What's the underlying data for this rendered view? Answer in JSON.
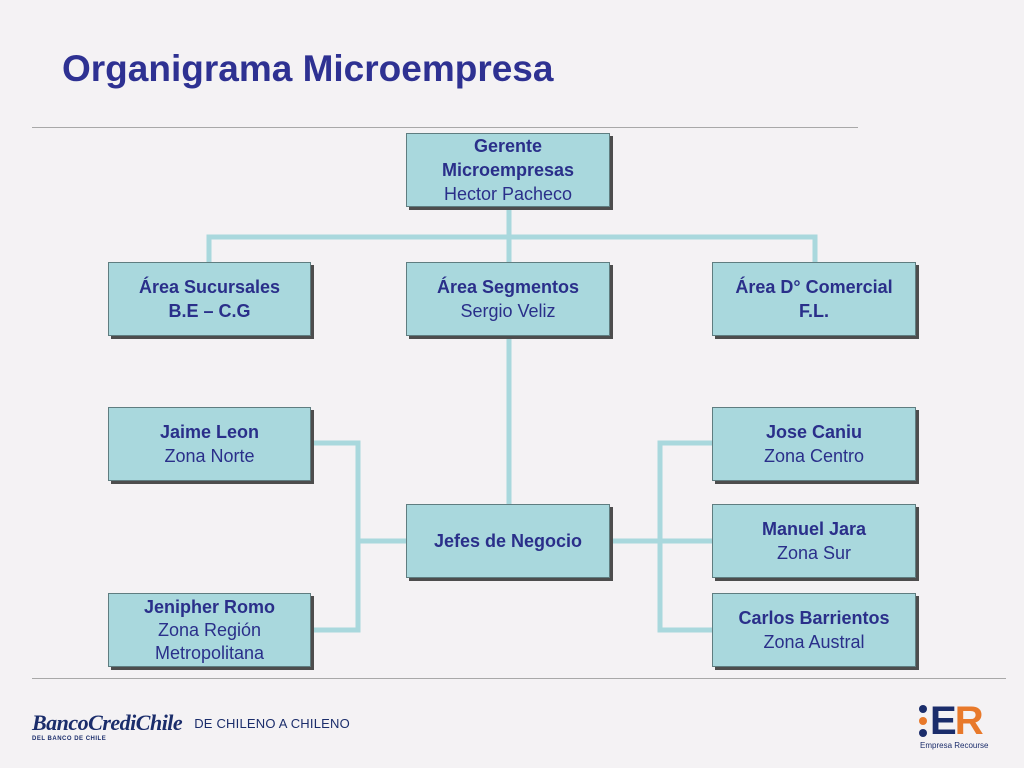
{
  "title": "Organigrama Microempresa",
  "colors": {
    "title": "#2e3192",
    "box_fill": "#a9d8dd",
    "box_text": "#2a2f8a",
    "connector": "#a9d8dd",
    "rule": "#a8a8a8"
  },
  "nodes": {
    "gerente": {
      "name": "Gerente Microempresas",
      "person": "Hector Pacheco"
    },
    "area_sucursales": {
      "name": "Área Sucursales",
      "person": "B.E – C.G"
    },
    "area_segmentos": {
      "name": "Área Segmentos",
      "person": "Sergio Veliz"
    },
    "area_comercial": {
      "name": "Área D° Comercial",
      "person": "F.L."
    },
    "jefes": {
      "name": "Jefes de Negocio"
    },
    "jaime": {
      "name": "Jaime Leon",
      "zone": "Zona Norte"
    },
    "jenipher": {
      "name": "Jenipher Romo",
      "zone": "Zona Región Metropolitana"
    },
    "jose": {
      "name": "Jose Caniu",
      "zone": "Zona Centro"
    },
    "manuel": {
      "name": "Manuel Jara",
      "zone": "Zona Sur"
    },
    "carlos": {
      "name": "Carlos Barrientos",
      "zone": "Zona Austral"
    }
  },
  "footer": {
    "bank_logo": "BancoCrediChile",
    "bank_sub": "DEL BANCO DE CHILE",
    "tagline": "DE CHILENO A CHILENO",
    "er_logo": "ER",
    "er_caption": "Empresa Recourse",
    "er_dot_colors": [
      "#1b2d6b",
      "#e8792b",
      "#1b2d6b"
    ]
  }
}
